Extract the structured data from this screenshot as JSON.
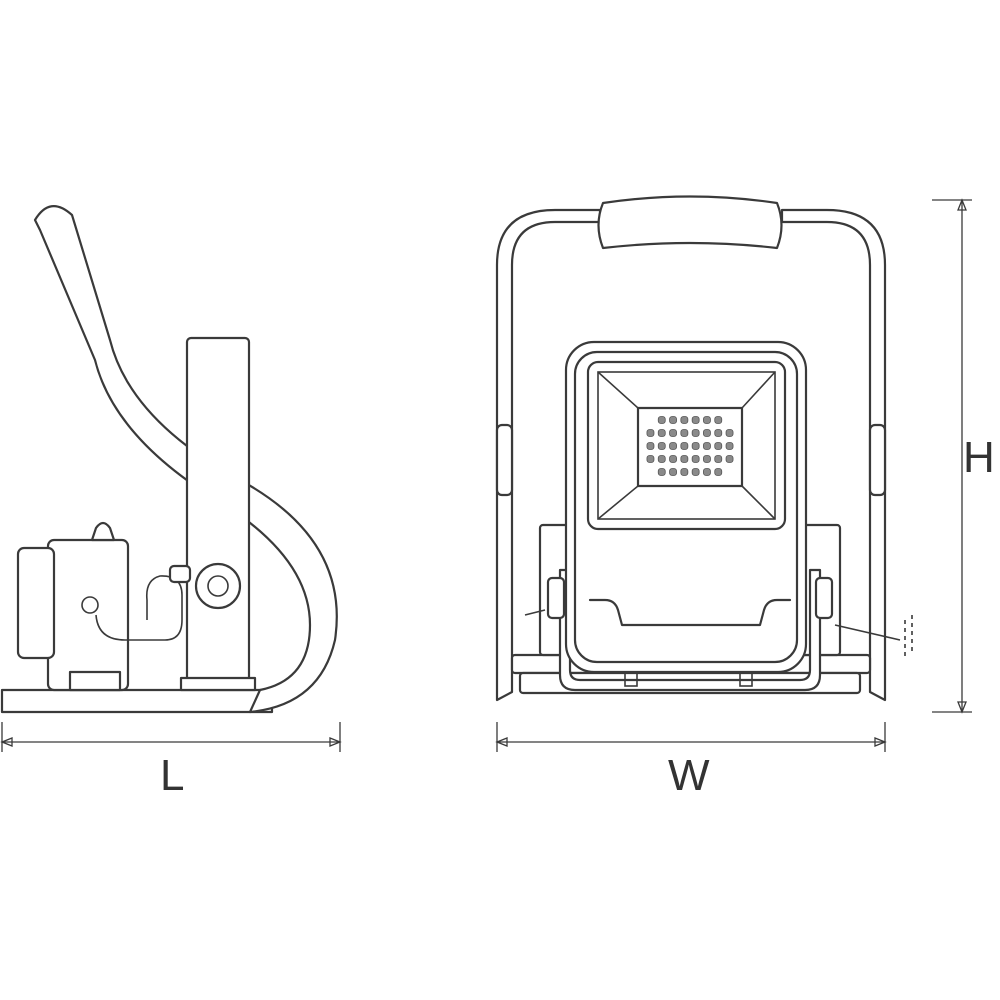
{
  "dimensions": {
    "length_label": "L",
    "width_label": "W",
    "height_label": "H"
  },
  "views": {
    "side": "side-view",
    "front": "front-view"
  },
  "led_rows": [
    6,
    8,
    8,
    8,
    6
  ]
}
